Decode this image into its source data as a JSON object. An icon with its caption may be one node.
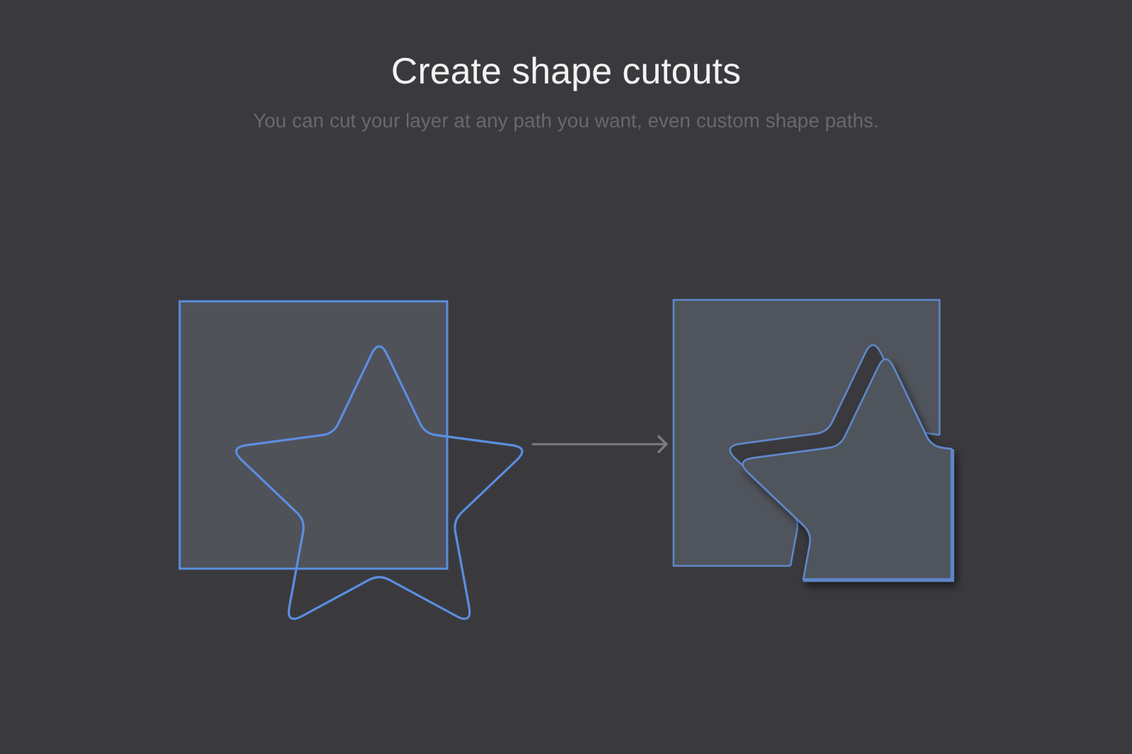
{
  "diagram": {
    "title": "Create shape cutouts",
    "nodes": [
      {
        "text": [],
        "shape": "picture"
      },
      {
        "text": [],
        "shape": "picture"
      }
    ],
    "edges": [
      {
        "from": 0,
        "to": 1,
        "arrow": "to"
      }
    ],
    "labels": [
      "You can cut your layer at any path you want, even custom shape paths."
    ]
  }
}
